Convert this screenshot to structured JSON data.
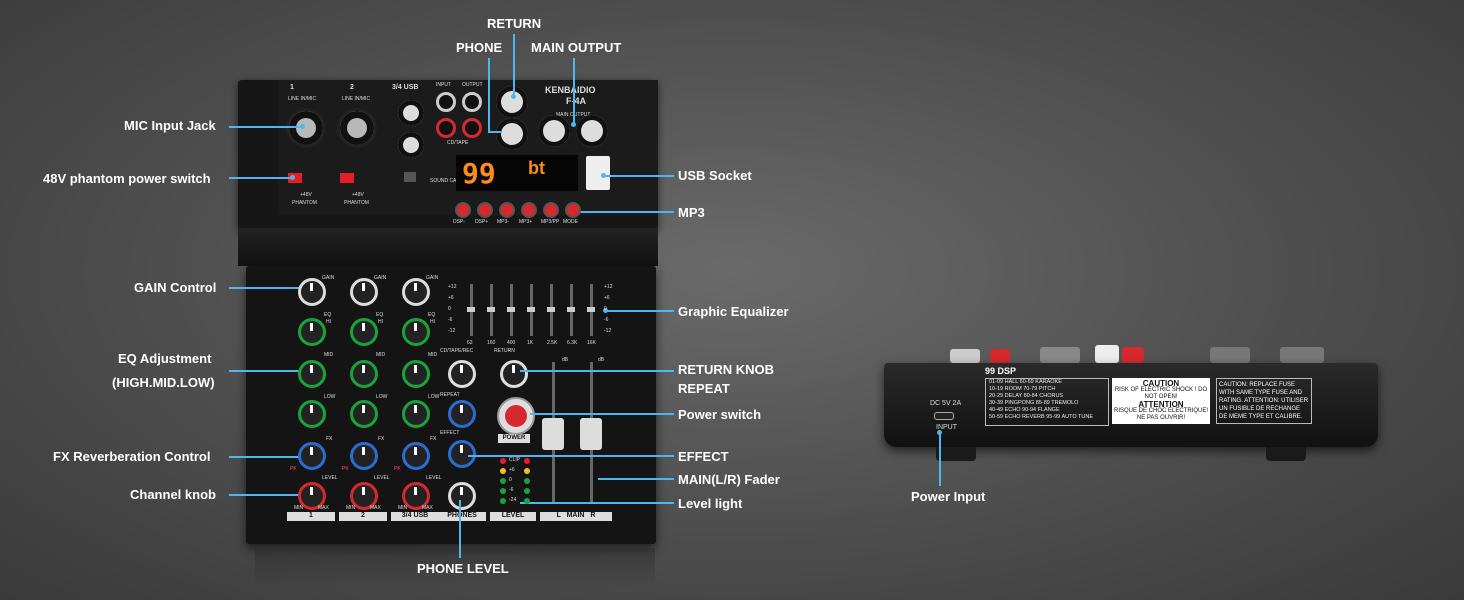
{
  "callouts": {
    "return": "RETURN",
    "phone": "PHONE",
    "main_output": "MAIN OUTPUT",
    "mic_input_jack": "MIC Input Jack",
    "phantom_switch": "48V phantom power switch",
    "usb_socket": "USB Socket",
    "mp3": "MP3",
    "gain_control": "GAIN Control",
    "graphic_equalizer": "Graphic Equalizer",
    "eq_adjustment": "EQ Adjustment",
    "eq_adjustment_sub": "(HIGH.MID.LOW)",
    "return_knob": "RETURN KNOB",
    "repeat": "REPEAT",
    "power_switch": "Power switch",
    "fx_reverb": "FX Reverberation Control",
    "effect": "EFFECT",
    "channel_knob": "Channel knob",
    "main_fader": "MAIN(L/R) Fader",
    "level_light": "Level light",
    "phone_level": "PHONE LEVEL",
    "power_input": "Power Input"
  },
  "device": {
    "brand": "KENBAIDIO",
    "model": "F-4A",
    "ch1": "1",
    "ch2": "2",
    "ch34": "3/4 USB",
    "line_in_mic": "LINE IN/MIC",
    "phantom": "PHANTOM",
    "plus48v": "+48V",
    "input": "INPUT",
    "output": "OUTPUT",
    "cd_tape": "CD/TAPE",
    "main_output": "MAIN OUTPUT",
    "sound_card": "SOUND CARD",
    "display_num": "99",
    "display_bt": "bt",
    "mp3_buttons": [
      "DSP-",
      "DSP+",
      "MP3-",
      "MP3+",
      "MP3/PP",
      "MODE"
    ],
    "eq_freqs": [
      "63",
      "160",
      "400",
      "1K",
      "2.5K",
      "6.3K",
      "16K"
    ],
    "eq_scale": [
      "+12",
      "+6",
      "0",
      "-6",
      "-12"
    ],
    "gain": "GAIN",
    "eq": "EQ",
    "hi": "HI",
    "mid": "MID",
    "low": "LOW",
    "fx": "FX",
    "level": "LEVEL",
    "pk": "PK",
    "min": "MIN",
    "max": "MAX",
    "cd_tape_rec": "CD/TAPE/REC",
    "return_lbl": "RETURN",
    "repeat_lbl": "REPEAT",
    "effect_lbl": "EFFECT",
    "power": "POWER",
    "phones": "PHONES",
    "level_section": "LEVEL",
    "main_lr": "L   MAIN   R",
    "led_labels": [
      "CLIP",
      "+6",
      "0",
      "-6",
      "-24"
    ],
    "db": "dB"
  },
  "rear": {
    "dsp_title": "99 DSP",
    "dsp_list": [
      "01-09 HALL   60-69 KARAOKE",
      "10-19 ROOM   70-79 PITCH",
      "20-29 DELAY   80-84 CHORUS",
      "30-39 PINGPONG  85-89 TREMOLO",
      "40-49 ECHO   90-94 FLANGE",
      "50-59 ECHO REVERB 95-99 AUTO TUNE"
    ],
    "caution1_title": "CAUTION",
    "caution1_text": "RISK OF ELECTRIC SHOCK ! DO NOT OPEN!",
    "attention_title": "ATTENTION",
    "attention_text": "RISQUE DE CHOC ELECTRIQUE! NE PAS OUVRIR!",
    "caution2": "CAUTION: REPLACE FUSE WITH SAME TYPE FUSE AND RATING. ATTENTION: UTILISER UN FUSIBLE DE RECHANGE DE MEME TYPE ET CALIBRE.",
    "dc": "DC 5V 2A",
    "input": "INPUT"
  },
  "colors": {
    "accent": "#4fb6f0",
    "red": "#d5292e",
    "green": "#1aa33a",
    "blue": "#2a6ccf"
  }
}
